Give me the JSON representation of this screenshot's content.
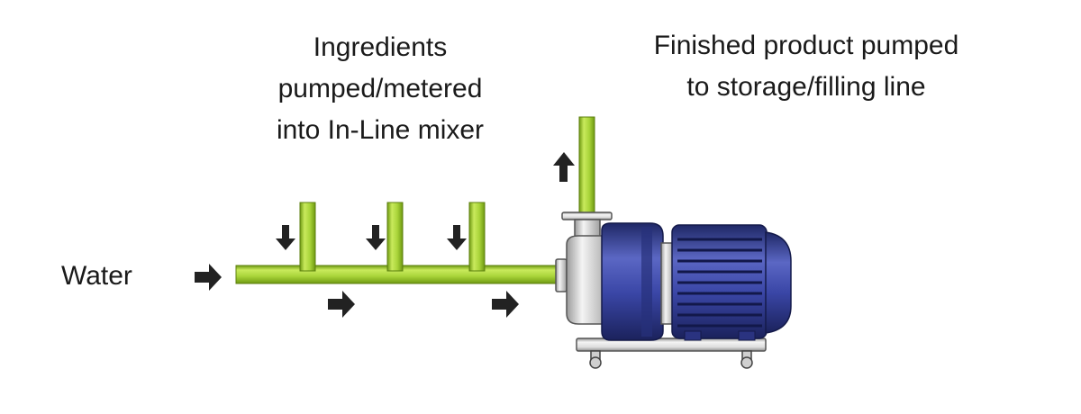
{
  "labels": {
    "water": "Water",
    "ingredients": [
      "Ingredients",
      "pumped/metered",
      "into In-Line mixer"
    ],
    "finished": [
      "Finished product pumped",
      "to storage/filling line"
    ]
  },
  "icons": {
    "arrow": "arrow-icon",
    "pump": "centrifugal-pump-icon",
    "motor": "electric-motor-icon"
  },
  "colors": {
    "pipe_light": "#c9ea5c",
    "pipe_mid": "#9fcc2e",
    "pipe_dark": "#6f9a12",
    "arrow": "#222222",
    "motor_blue": "#2f3a8e",
    "motor_blue_light": "#5b67c4",
    "steel_light": "#f2f2f2",
    "steel_dark": "#9a9a9a"
  }
}
